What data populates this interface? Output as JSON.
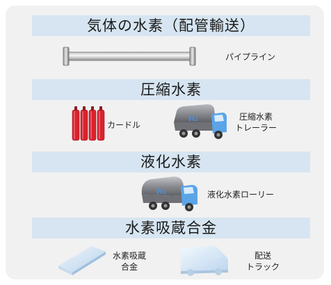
{
  "sections": {
    "gas": {
      "title": "気体の水素（配管輸送）",
      "items": {
        "pipeline": "パイプライン"
      }
    },
    "compressed": {
      "title": "圧縮水素",
      "items": {
        "cardle": "カードル",
        "trailer_line1": "圧縮水素",
        "trailer_line2": "トレーラー"
      }
    },
    "liquid": {
      "title": "液化水素",
      "items": {
        "lorry": "液化水素ローリー"
      }
    },
    "alloy": {
      "title": "水素吸蔵合金",
      "items": {
        "alloy_line1": "水素吸蔵",
        "alloy_line2": "合金",
        "truck_line1": "配送",
        "truck_line2": "トラック"
      }
    }
  },
  "truck_badge": "H₂",
  "colors": {
    "header_bg": "#d6e5f1",
    "panel_bg": "#f1f1f1",
    "cylinder_red": "#d9232e",
    "truck_blue": "#5ba4e8",
    "tank_grey": "#8a8c92"
  }
}
